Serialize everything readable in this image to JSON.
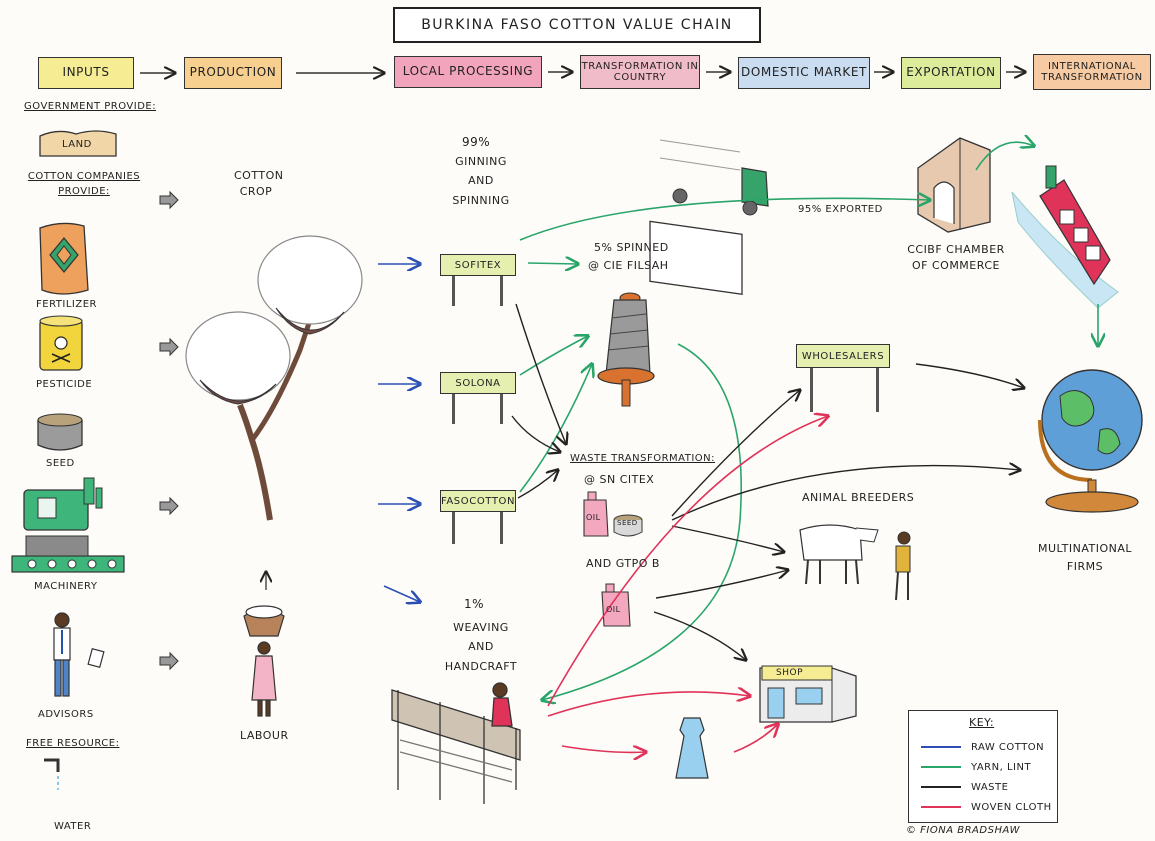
{
  "title": "BURKINA FASO COTTON VALUE CHAIN",
  "stages": [
    {
      "label": "INPUTS",
      "color": "#f5ec94"
    },
    {
      "label": "PRODUCTION",
      "color": "#f7cf8f"
    },
    {
      "label": "LOCAL PROCESSING",
      "color": "#f2a4bd"
    },
    {
      "label": "TRANSFORMATION IN COUNTRY",
      "color": "#f0bcc9"
    },
    {
      "label": "DOMESTIC MARKET",
      "color": "#c9dcf0"
    },
    {
      "label": "EXPORTATION",
      "color": "#dcec9a"
    },
    {
      "label": "INTERNATIONAL TRANSFORMATION",
      "color": "#f6caa2"
    }
  ],
  "inputs": {
    "government_provide": "GOVERNMENT PROVIDE:",
    "land": "LAND",
    "cotton_companies_provide": "COTTON COMPANIES PROVIDE:",
    "fertilizer": "FERTILIZER",
    "pesticide": "PESTICIDE",
    "seed": "SEED",
    "machinery": "MACHINERY",
    "advisors": "ADVISORS",
    "free_resource": "FREE RESOURCE:",
    "water": "WATER"
  },
  "production": {
    "cotton_crop": "COTTON CROP",
    "labour": "LABOUR"
  },
  "processing": {
    "ginning_pct": "99%",
    "ginning_label": "GINNING AND SPINNING",
    "companies": [
      "SOFITEX",
      "SOLONA",
      "FASOCOTTON"
    ],
    "weaving_pct": "1%",
    "weaving_label": "WEAVING AND HANDCRAFT"
  },
  "transformation": {
    "spinned": "5% SPINNED",
    "spinned_at": "@ CIE FILSAH",
    "waste_title": "WASTE TRANSFORMATION:",
    "waste_at": "@ SN CITEX",
    "waste_and": "AND GTPO B",
    "oil": "OIL",
    "seed": "SEED"
  },
  "domestic": {
    "wholesalers": "WHOLESALERS",
    "animal_breeders": "ANIMAL BREEDERS",
    "shop": "SHOP"
  },
  "exportation": {
    "exported": "95% EXPORTED",
    "chamber": "CCIBF CHAMBER OF COMMERCE"
  },
  "international": {
    "multinational": "MULTINATIONAL FIRMS"
  },
  "key": {
    "title": "KEY:",
    "items": [
      {
        "label": "RAW COTTON",
        "color": "#2d4fb5"
      },
      {
        "label": "YARN, LINT",
        "color": "#2aa56a"
      },
      {
        "label": "WASTE",
        "color": "#222222"
      },
      {
        "label": "WOVEN CLOTH",
        "color": "#e0335a"
      }
    ]
  },
  "credit": "© FIONA BRADSHAW",
  "colors": {
    "raw_cotton": "#2d4fb5",
    "yarn": "#2aa56a",
    "waste": "#222222",
    "cloth": "#e0335a"
  }
}
